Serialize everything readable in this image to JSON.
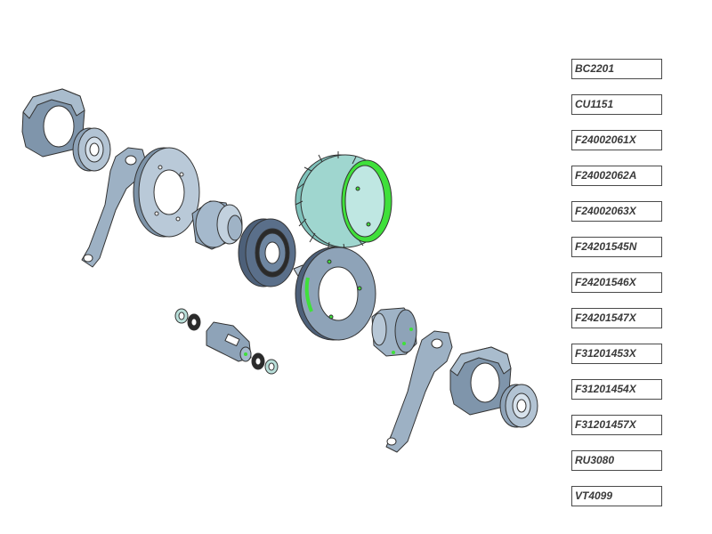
{
  "parts": [
    {
      "id": "BC2201"
    },
    {
      "id": "CU1151"
    },
    {
      "id": "F24002061X"
    },
    {
      "id": "F24002062A"
    },
    {
      "id": "F24002063X"
    },
    {
      "id": "F24201545N"
    },
    {
      "id": "F24201546X"
    },
    {
      "id": "F24201547X"
    },
    {
      "id": "F31201453X"
    },
    {
      "id": "F31201454X"
    },
    {
      "id": "F31201457X"
    },
    {
      "id": "RU3080"
    },
    {
      "id": "VT4099"
    }
  ],
  "colors": {
    "steel": "#8ea3b8",
    "steel_light": "#b7c7d6",
    "steel_dark": "#5d7085",
    "pulley": "#9fd6cf",
    "highlight_green": "#3fe03a",
    "washer": "#b9e0da",
    "nut_black": "#2a2a2a",
    "bearing_dark": "#4d6079"
  }
}
